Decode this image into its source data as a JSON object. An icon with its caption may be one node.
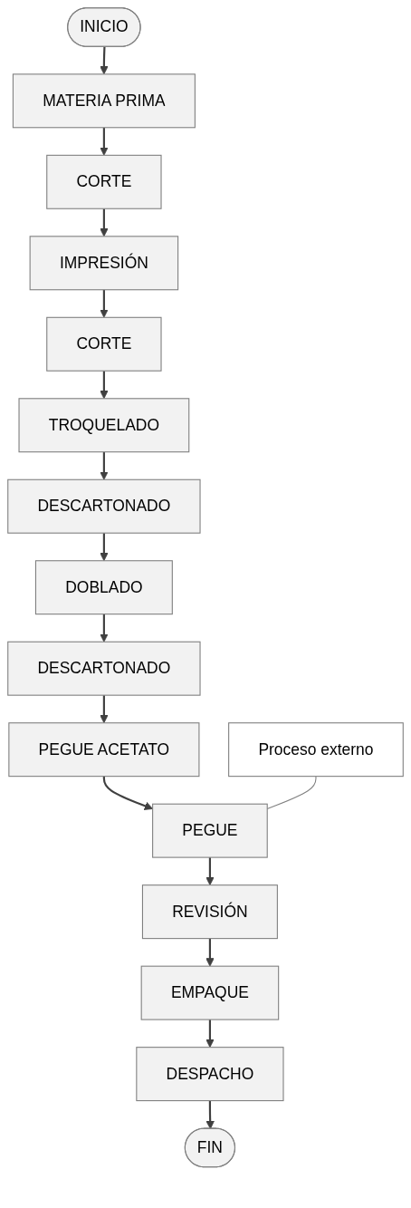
{
  "diagram": {
    "nodes": [
      {
        "text": [
          "INICIO"
        ]
      },
      {
        "text": [
          "MATERIA PRIMA"
        ]
      },
      {
        "text": [
          "CORTE"
        ]
      },
      {
        "text": [
          "IMPRESIÓN"
        ]
      },
      {
        "text": [
          "CORTE"
        ]
      },
      {
        "text": [
          "TROQUELADO"
        ]
      },
      {
        "text": [
          "DESCARTONADO"
        ]
      },
      {
        "text": [
          "DOBLADO"
        ]
      },
      {
        "text": [
          "DESCARTONADO"
        ]
      },
      {
        "text": [
          "PEGUE ACETATO"
        ]
      },
      {
        "text": [
          "PEGUE"
        ]
      },
      {
        "text": [
          "REVISIÓN"
        ]
      },
      {
        "text": [
          "EMPAQUE"
        ]
      },
      {
        "text": [
          "DESPACHO"
        ]
      },
      {
        "text": [
          "FIN"
        ]
      },
      {
        "text": [
          "Proceso externo"
        ]
      }
    ],
    "edges": [
      {
        "from": 0,
        "to": 1,
        "arrow": "to"
      },
      {
        "from": 1,
        "to": 2,
        "arrow": "to"
      },
      {
        "from": 2,
        "to": 3,
        "arrow": "to"
      },
      {
        "from": 3,
        "to": 4,
        "arrow": "to"
      },
      {
        "from": 4,
        "to": 5,
        "arrow": "to"
      },
      {
        "from": 5,
        "to": 6,
        "arrow": "to"
      },
      {
        "from": 6,
        "to": 7,
        "arrow": "to"
      },
      {
        "from": 7,
        "to": 8,
        "arrow": "to"
      },
      {
        "from": 8,
        "to": 9,
        "arrow": "to"
      },
      {
        "from": 9,
        "to": 10,
        "arrow": "to"
      },
      {
        "from": 10,
        "to": 11,
        "arrow": "to"
      },
      {
        "from": 11,
        "to": 12,
        "arrow": "to"
      },
      {
        "from": 12,
        "to": 13,
        "arrow": "to"
      },
      {
        "from": 13,
        "to": 14,
        "arrow": "to"
      },
      {
        "from": 15,
        "to": 10,
        "arrow": "none",
        "color": "#808080"
      }
    ]
  }
}
